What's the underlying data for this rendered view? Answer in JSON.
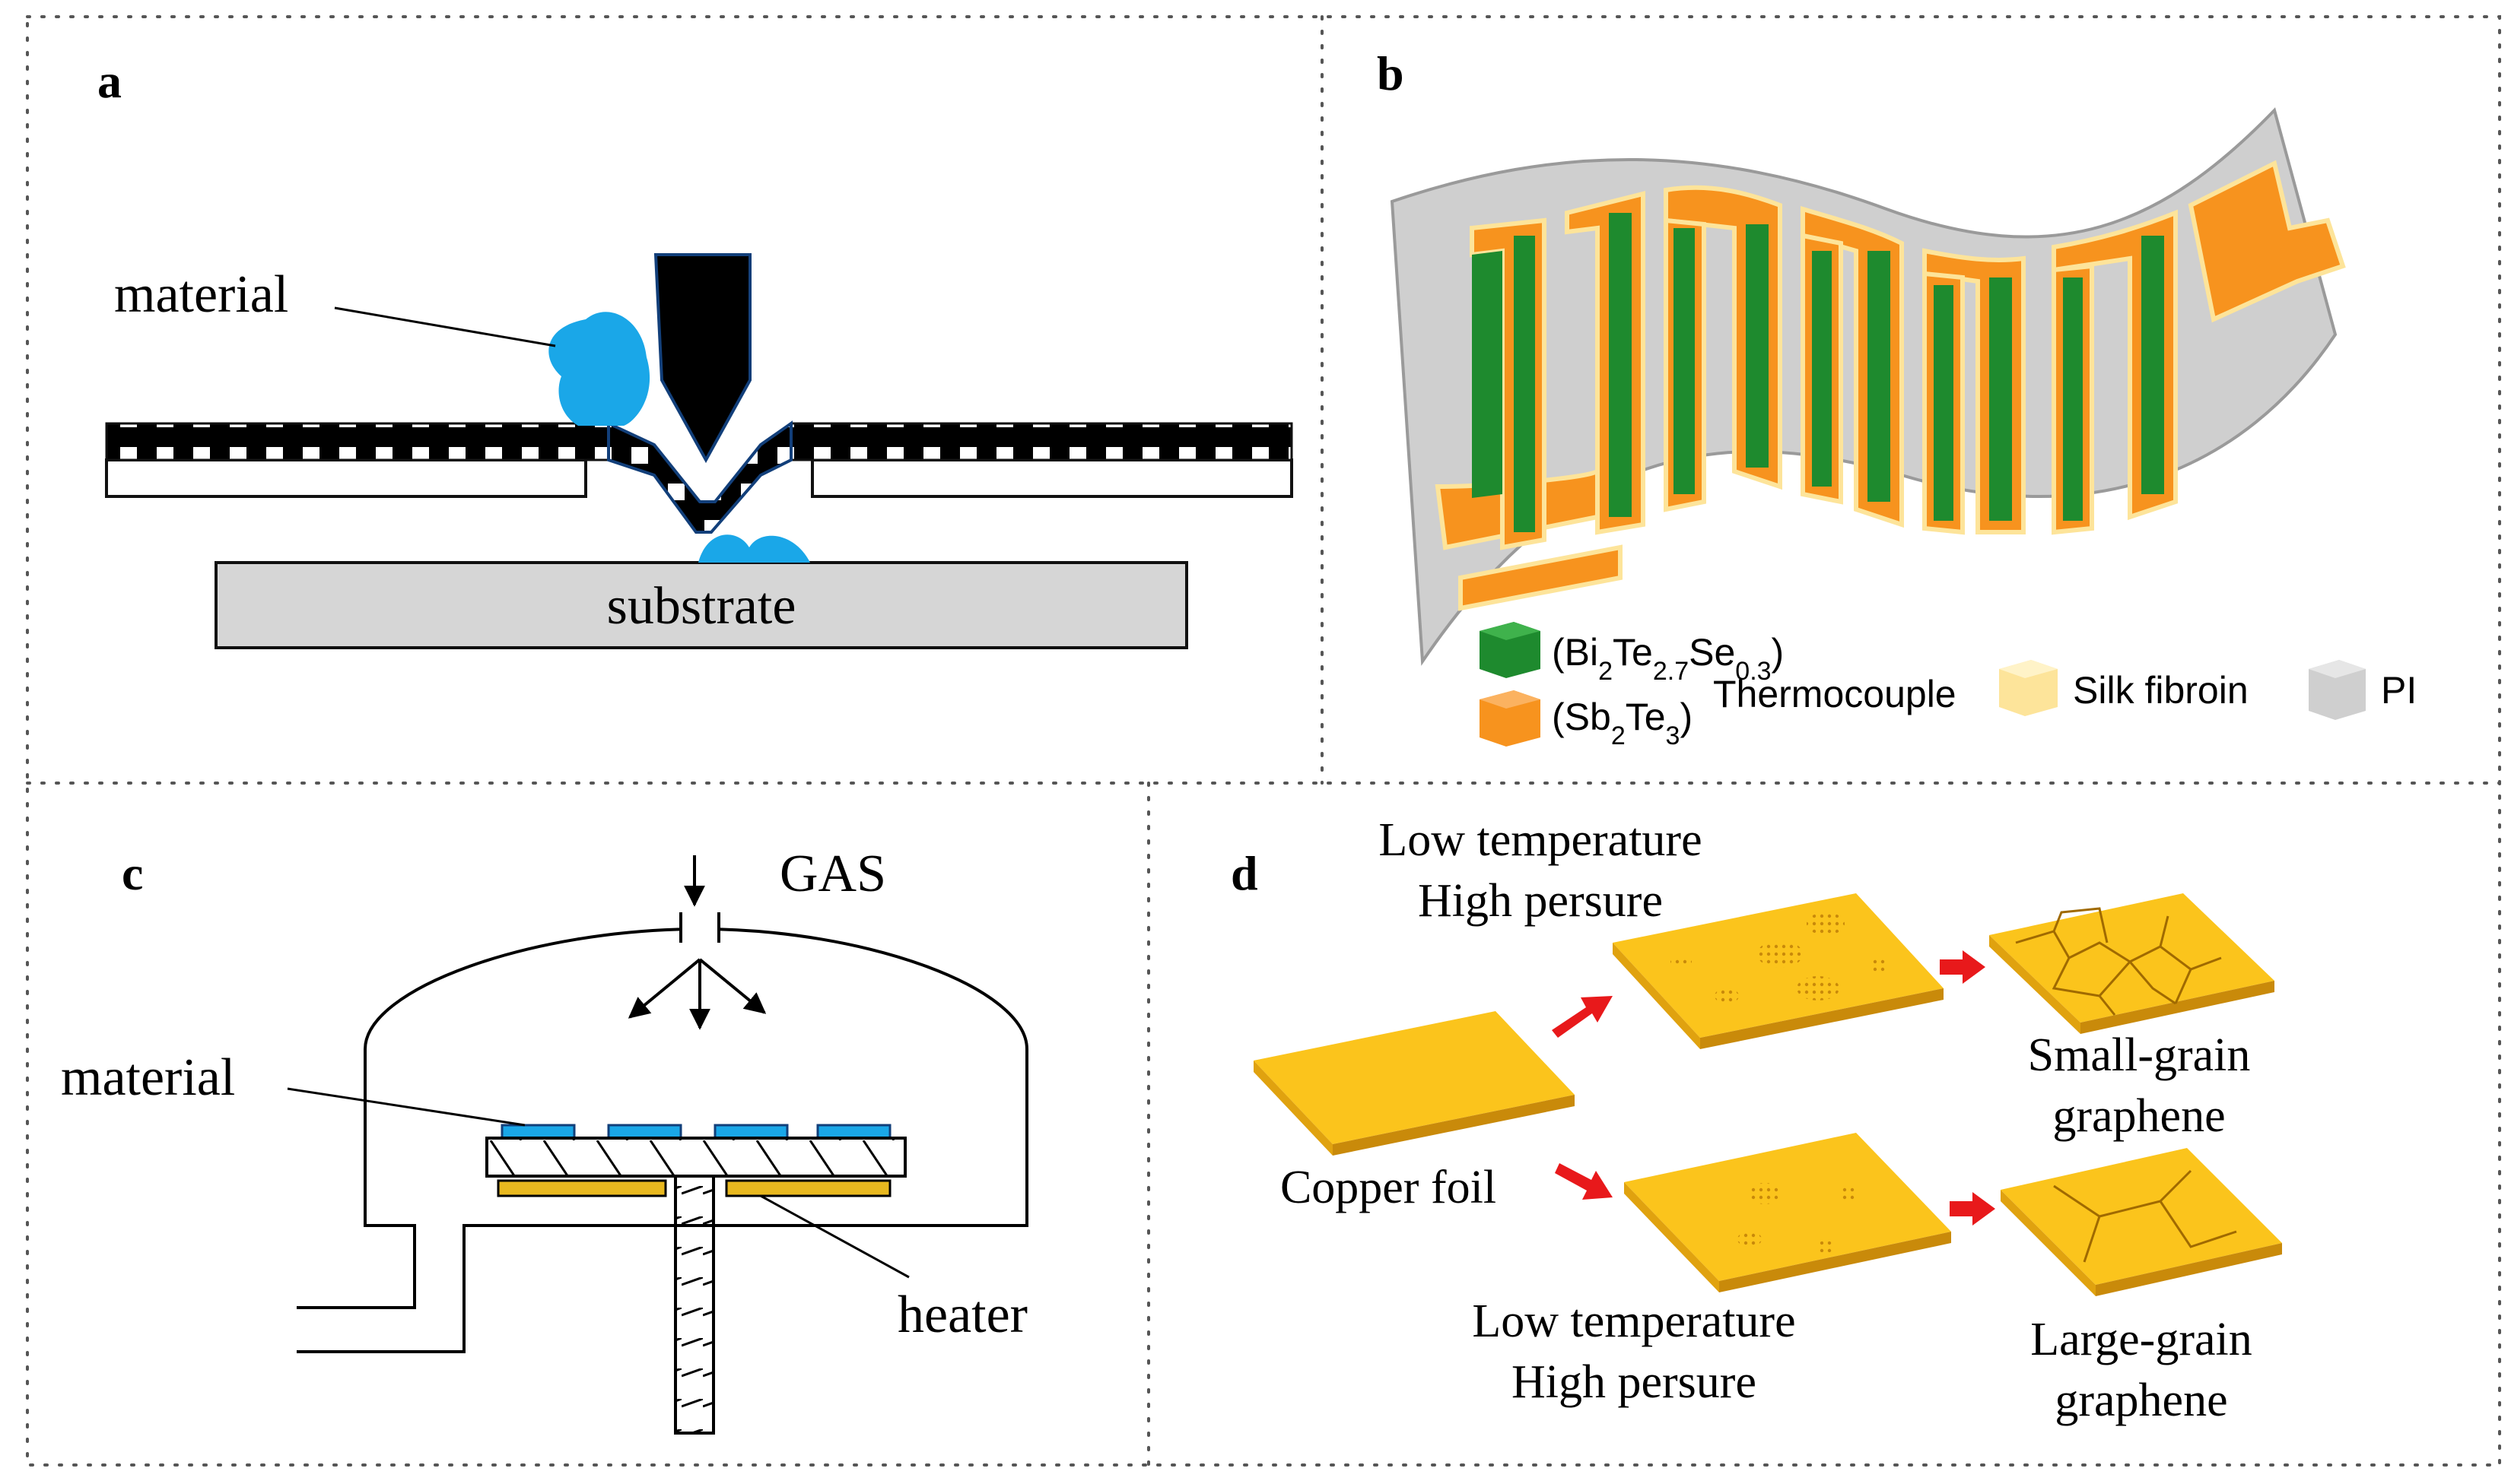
{
  "panels": {
    "a": {
      "label": "a",
      "material_label": "material",
      "substrate_label": "substrate"
    },
    "b": {
      "label": "b",
      "legend": {
        "bite": {
          "open": "(Bi",
          "s1": "2",
          "m1": "Te",
          "s2": "2.7",
          "m2": "Se",
          "s3": "0.3",
          "close": ")"
        },
        "sbte": {
          "open": "(Sb",
          "s1": "2",
          "m1": "Te",
          "s2": "3",
          "close": ")"
        },
        "thermocouple": "Thermocouple",
        "silk": "Silk fibroin",
        "pi": "PI"
      },
      "colors": {
        "green": "#1e8a2e",
        "orange": "#f7931e",
        "silk": "#fde49a",
        "pi": "#cfcfcf"
      }
    },
    "c": {
      "label": "c",
      "gas_label": "GAS",
      "material_label": "material",
      "heater_label": "heater"
    },
    "d": {
      "label": "d",
      "top_condition": [
        "Low temperature",
        "High persure"
      ],
      "bottom_condition": [
        "Low temperature",
        "High persure"
      ],
      "copper_label": "Copper foil",
      "small_grain": [
        "Small-grain",
        "graphene"
      ],
      "large_grain": [
        "Large-grain",
        "graphene"
      ],
      "colors": {
        "foil": "#fbc41c",
        "arrow": "#e8191b"
      }
    }
  }
}
